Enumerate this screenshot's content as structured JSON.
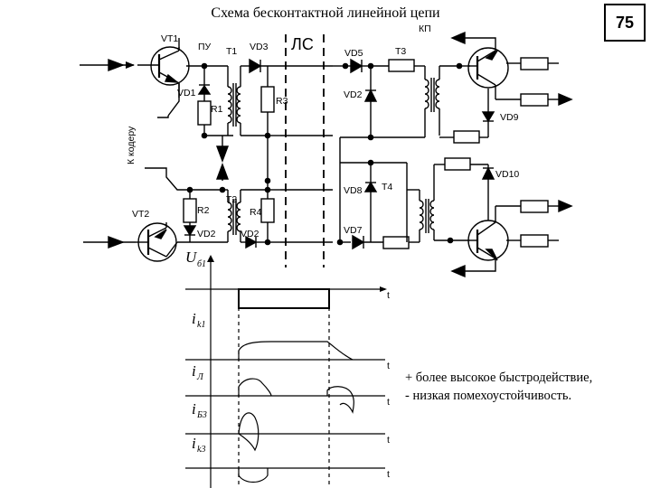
{
  "title": "Схема бесконтактной линейной цепи",
  "page_number": "75",
  "notes": {
    "plus": "+ более высокое быстродействие,",
    "minus": "-  низкая помехоустойчивость."
  },
  "labels": {
    "vt1": "VT1",
    "vt2": "VT2",
    "pu": "ПУ",
    "t1": "T1",
    "t2": "T2",
    "t3": "T3",
    "t4": "T4",
    "vd1": "VD1",
    "vd2_left": "VD2",
    "vd2_mid": "VD2",
    "vd2_right": "VD2",
    "vd3": "VD3",
    "vd5": "VD5",
    "vd7": "VD7",
    "vd8": "VD8",
    "vd9": "VD9",
    "vd10": "VD10",
    "r1": "R1",
    "r2": "R2",
    "r3": "R3",
    "r4": "R4",
    "ls": "ЛС",
    "kp": "КП",
    "to_coder": "К кодеру"
  },
  "waveforms": {
    "axis_top_label": "U",
    "axis_top_sub": "б1",
    "rows": [
      {
        "main": "i",
        "sub": "k1"
      },
      {
        "main": "i",
        "sub": "Л"
      },
      {
        "main": "i",
        "sub": "Б3"
      },
      {
        "main": "i",
        "sub": "k3"
      }
    ],
    "time_label": "t"
  }
}
